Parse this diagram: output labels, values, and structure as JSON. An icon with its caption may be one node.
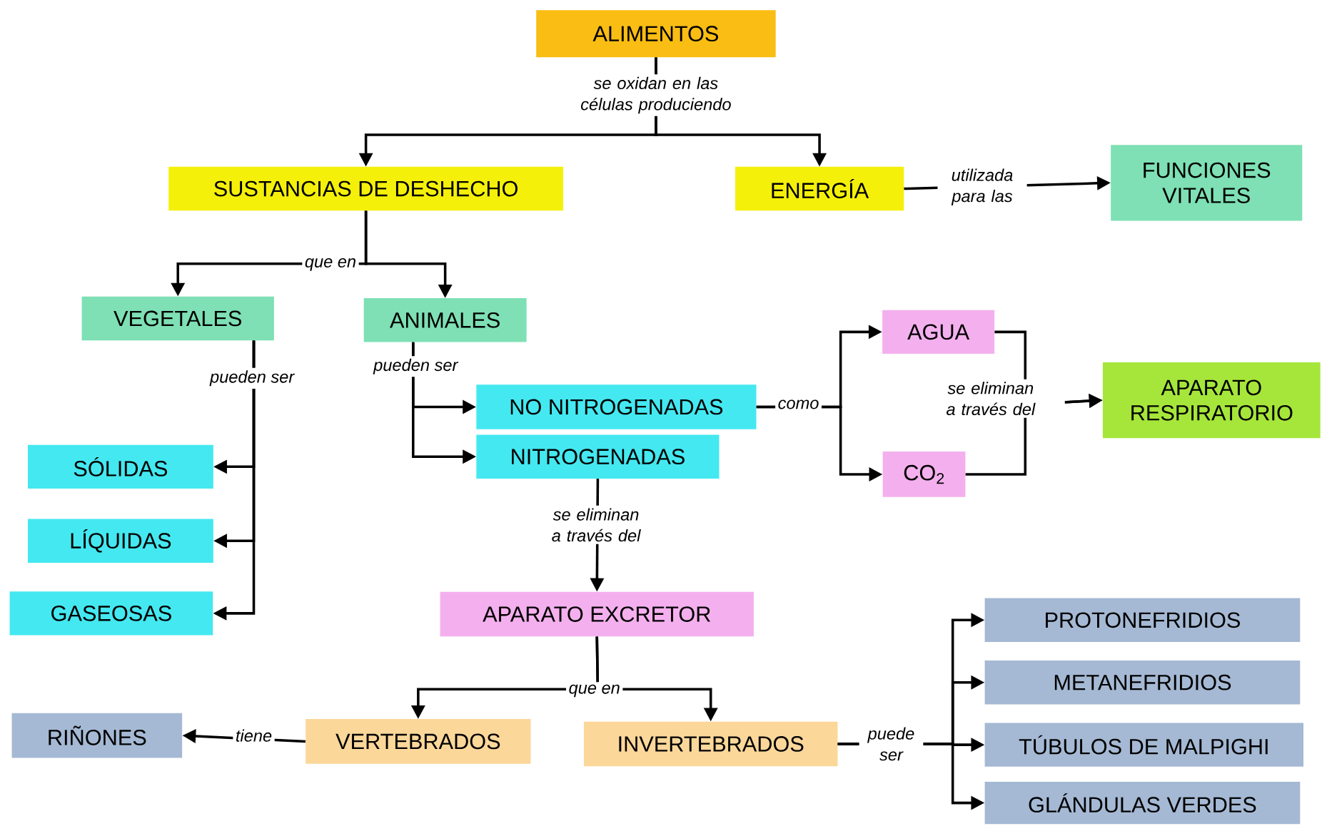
{
  "diagram": {
    "nodes": [
      {
        "text": [
          "ALIMENTOS"
        ]
      },
      {
        "text": [
          "SUSTANCIAS DE DESHECHO"
        ]
      },
      {
        "text": [
          "ENERGÍA"
        ]
      },
      {
        "text": [
          "FUNCIONES VITALES"
        ]
      },
      {
        "text": [
          "VEGETALES"
        ]
      },
      {
        "text": [
          "ANIMALES"
        ]
      },
      {
        "text": [
          "NO NITROGENADAS"
        ]
      },
      {
        "text": [
          "NITROGENADAS"
        ]
      },
      {
        "text": [
          "AGUA"
        ]
      },
      {
        "text": [
          "CO$_{2}$"
        ]
      },
      {
        "text": [
          "APARATO RESPIRATORIO"
        ]
      },
      {
        "text": [
          "SÓLIDAS"
        ]
      },
      {
        "text": [
          "LÍQUIDAS"
        ]
      },
      {
        "text": [
          "GASEOSAS"
        ]
      },
      {
        "text": [
          "APARATO EXCRETOR"
        ]
      },
      {
        "text": [
          "RIÑONES"
        ]
      },
      {
        "text": [
          "VERTEBRADOS"
        ]
      },
      {
        "text": [
          "INVERTEBRADOS"
        ]
      },
      {
        "text": [
          "PROTONEFRIDIOS"
        ]
      },
      {
        "text": [
          "METANEFRIDIOS"
        ]
      },
      {
        "text": [
          "TÚBULOS DE MALPIGHI"
        ]
      },
      {
        "text": [
          "GLÁNDULAS VERDES"
        ]
      }
    ],
    "edges": [
      {
        "from": 0,
        "to": 1,
        "arrow": "to",
        "label": "se oxidan en las células produciendo"
      },
      {
        "from": 0,
        "to": 2,
        "arrow": "to"
      },
      {
        "from": 2,
        "to": 3,
        "arrow": "to",
        "label": "utilizada para las"
      },
      {
        "from": 1,
        "to": 4,
        "arrow": "to",
        "label": "que en"
      },
      {
        "from": 1,
        "to": 5,
        "arrow": "to"
      },
      {
        "from": 4,
        "to": 11,
        "arrow": "to",
        "label": "pueden ser"
      },
      {
        "from": 4,
        "to": 12,
        "arrow": "to"
      },
      {
        "from": 4,
        "to": 13,
        "arrow": "to"
      },
      {
        "from": 5,
        "to": 6,
        "arrow": "to",
        "label": "pueden ser"
      },
      {
        "from": 5,
        "to": 7,
        "arrow": "to"
      },
      {
        "from": 6,
        "to": 8,
        "arrow": "to",
        "label": "como"
      },
      {
        "from": 6,
        "to": 9,
        "arrow": "to"
      },
      {
        "from": 8,
        "to": 10,
        "arrow": "to",
        "label": "se eliminan a través del"
      },
      {
        "from": 9,
        "to": 10,
        "arrow": "to"
      },
      {
        "from": 7,
        "to": 14,
        "arrow": "to",
        "label": "se eliminan a través del"
      },
      {
        "from": 14,
        "to": 16,
        "arrow": "to",
        "label": "que en"
      },
      {
        "from": 14,
        "to": 17,
        "arrow": "to"
      },
      {
        "from": 16,
        "to": 15,
        "arrow": "to",
        "label": "tiene"
      },
      {
        "from": 17,
        "to": 18,
        "arrow": "to",
        "label": "puede ser"
      },
      {
        "from": 17,
        "to": 19,
        "arrow": "to"
      },
      {
        "from": 17,
        "to": 20,
        "arrow": "to"
      },
      {
        "from": 17,
        "to": 21,
        "arrow": "to"
      }
    ]
  }
}
